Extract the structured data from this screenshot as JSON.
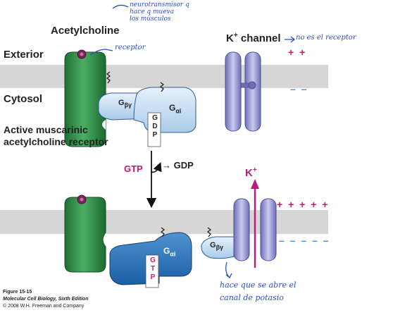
{
  "labels": {
    "acetylcholine": "Acetylcholine",
    "exterior": "Exterior",
    "cytosol": "Cytosol",
    "receptor_line1": "Active muscarinic",
    "receptor_line2": "acetylcholine receptor",
    "g_beta_gamma_main": "G",
    "g_beta_gamma_sub": "βγ",
    "g_alpha_main": "G",
    "g_alpha_sub": "αi",
    "gdp_vertical": "G D P",
    "k_channel_k": "K",
    "k_plus": "+",
    "k_channel_word": "channel",
    "plus_top": "+ +",
    "minus_top": "– –",
    "gtp": "GTP",
    "arrow_gdp": "→ GDP",
    "plus_bottom": "+ + + + +",
    "minus_bottom": "– – – – –",
    "gtp_vertical": "G T P"
  },
  "credit": {
    "figure": "Figure 15-15",
    "book": "Molecular Cell Biology, Sixth Edition",
    "copyright": "© 2008 W.H. Freeman and Company"
  },
  "notes": {
    "neuro_line1": "neurotransmisor q",
    "neuro_line2": "hace q mueva",
    "neuro_line3": "los músculos",
    "receptor": "receptor",
    "not_receptor": "no es el receptor",
    "opens_line1": "hace que se abre el",
    "opens_line2": "canal de potasio"
  },
  "colors": {
    "receptor": "#3f9c55",
    "g_protein_light": "#bcd7ef",
    "g_protein_dark": "#2f77bd",
    "channel": "#9a9bd6",
    "magenta": "#c2187a",
    "negative": "#4a90d9",
    "handwriting": "#2a4fb8",
    "membrane": "#d6d6d6"
  }
}
